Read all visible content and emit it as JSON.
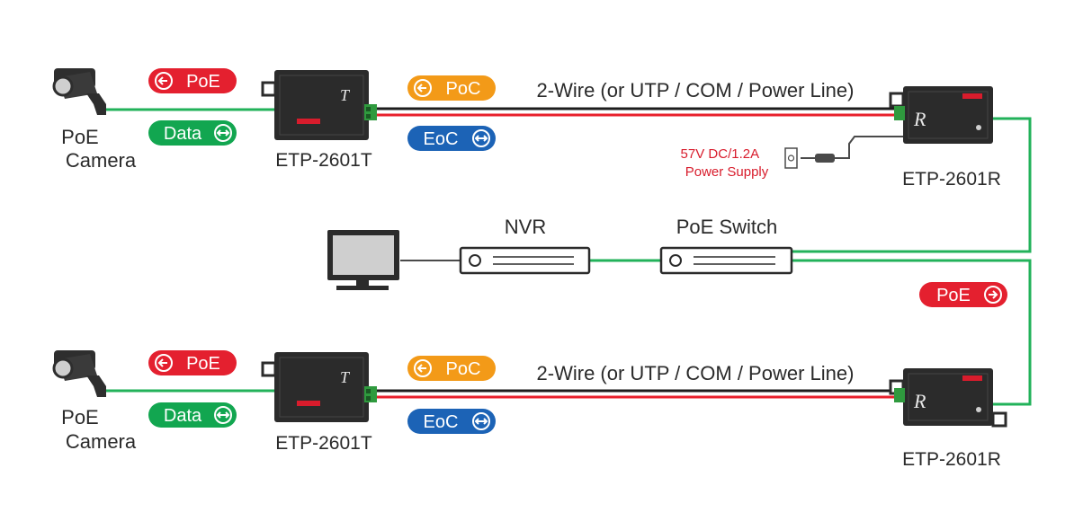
{
  "colors": {
    "red": "#e4202f",
    "green": "#12a650",
    "orange": "#f39a18",
    "blue": "#1c63b6",
    "wire_red": "#e8202c",
    "wire_black": "#1d1d1d",
    "link_green": "#22b25a",
    "device_dark": "#2b2b2b",
    "gray_line": "#4a4a4a"
  },
  "rows": [
    {
      "camera_label": [
        "PoE",
        "Camera"
      ],
      "badges": {
        "poe": "PoE",
        "data": "Data",
        "poc": "PoC",
        "eoc": "EoC"
      },
      "transmitter_label": "ETP-2601T",
      "wire_label": "2-Wire (or UTP / COM / Power Line)",
      "receiver_label": "ETP-2601R"
    },
    {
      "camera_label": [
        "PoE",
        "Camera"
      ],
      "badges": {
        "poe": "PoE",
        "data": "Data",
        "poc": "PoC",
        "eoc": "EoC"
      },
      "transmitter_label": "ETP-2601T",
      "wire_label": "2-Wire (or UTP / COM / Power Line)",
      "receiver_label": "ETP-2601R"
    }
  ],
  "power_supply": [
    "57V DC/1.2A",
    "Power Supply"
  ],
  "nvr_label": "NVR",
  "switch_label": "PoE Switch",
  "switch_badge": "PoE"
}
